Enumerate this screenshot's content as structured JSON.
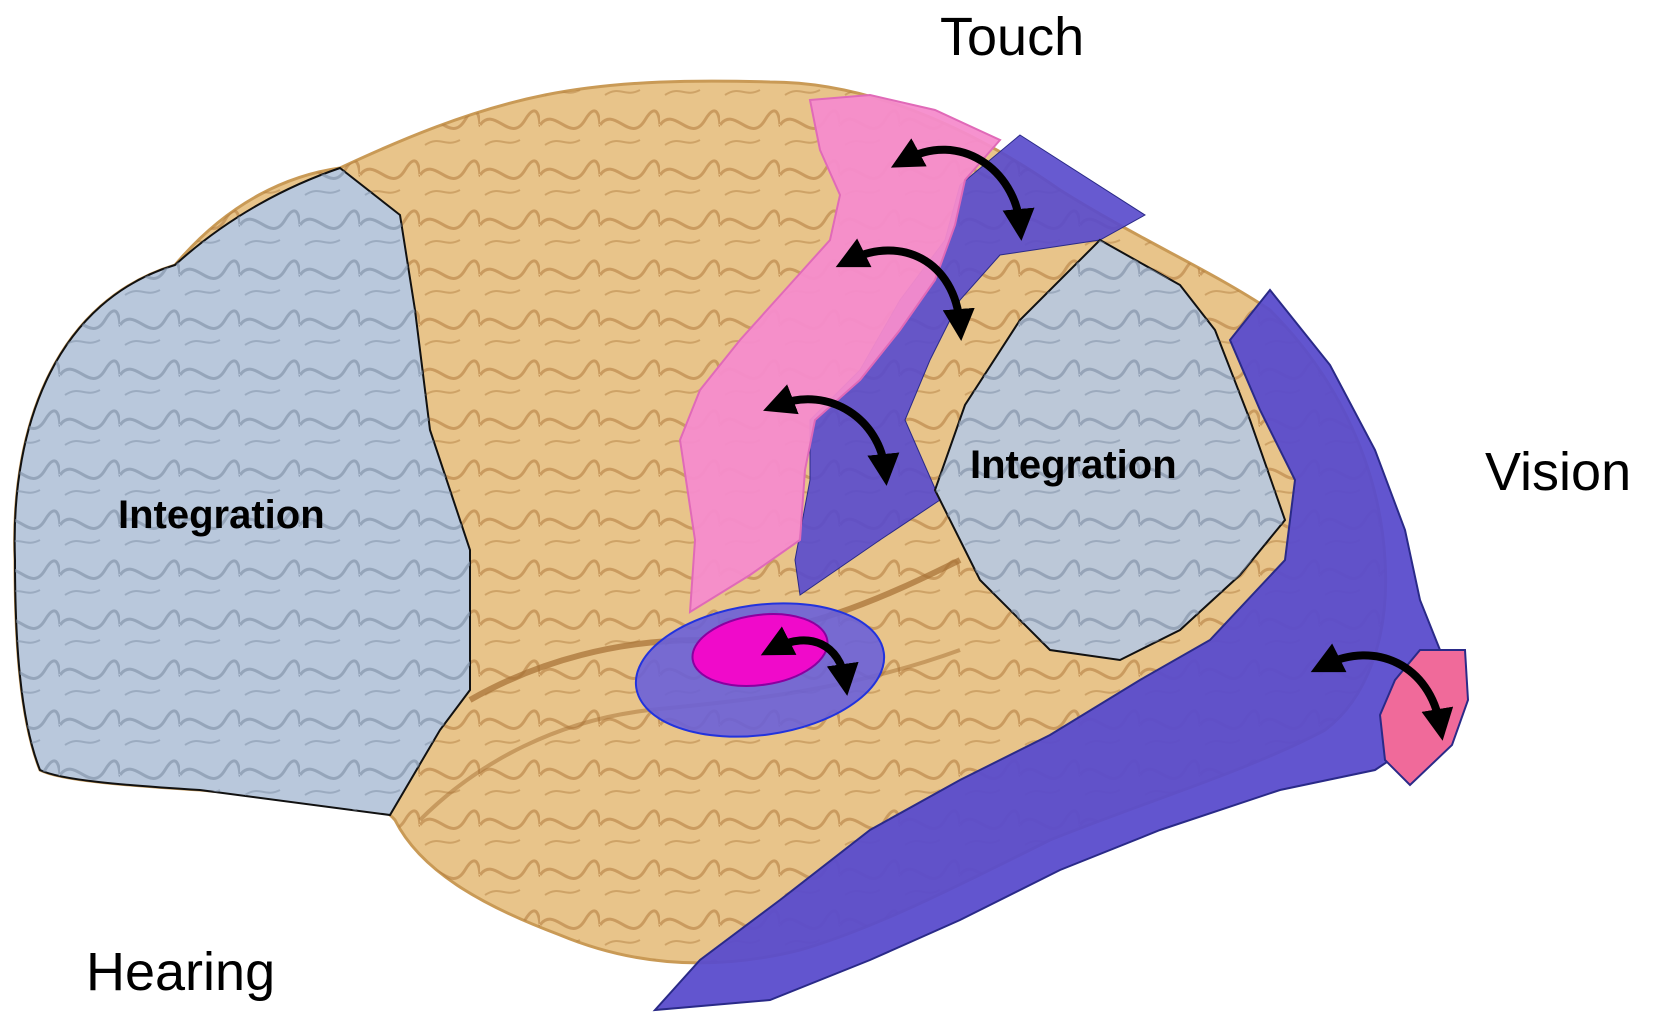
{
  "labels": {
    "touch": "Touch",
    "vision": "Vision",
    "hearing": "Hearing",
    "integration_frontal": "Integration",
    "integration_parietal": "Integration"
  },
  "regions": [
    {
      "name": "frontal-integration-area",
      "color": "#b9c8dc"
    },
    {
      "name": "parietal-integration-area",
      "color": "#b9c8dc"
    },
    {
      "name": "primary-somatosensory-area",
      "color": "#f58ccc"
    },
    {
      "name": "somatosensory-association-area",
      "color": "#5a4ccc"
    },
    {
      "name": "visual-association-area",
      "color": "#5a4ccc"
    },
    {
      "name": "primary-visual-area",
      "color": "#f06a9a"
    },
    {
      "name": "auditory-association-area",
      "color": "#6a60d8"
    },
    {
      "name": "primary-auditory-area",
      "color": "#f00aca"
    }
  ],
  "colors": {
    "cortex": "#e8c48a",
    "cortex_shadow": "#c99a56",
    "outline": "#222222",
    "arrow": "#000000"
  }
}
